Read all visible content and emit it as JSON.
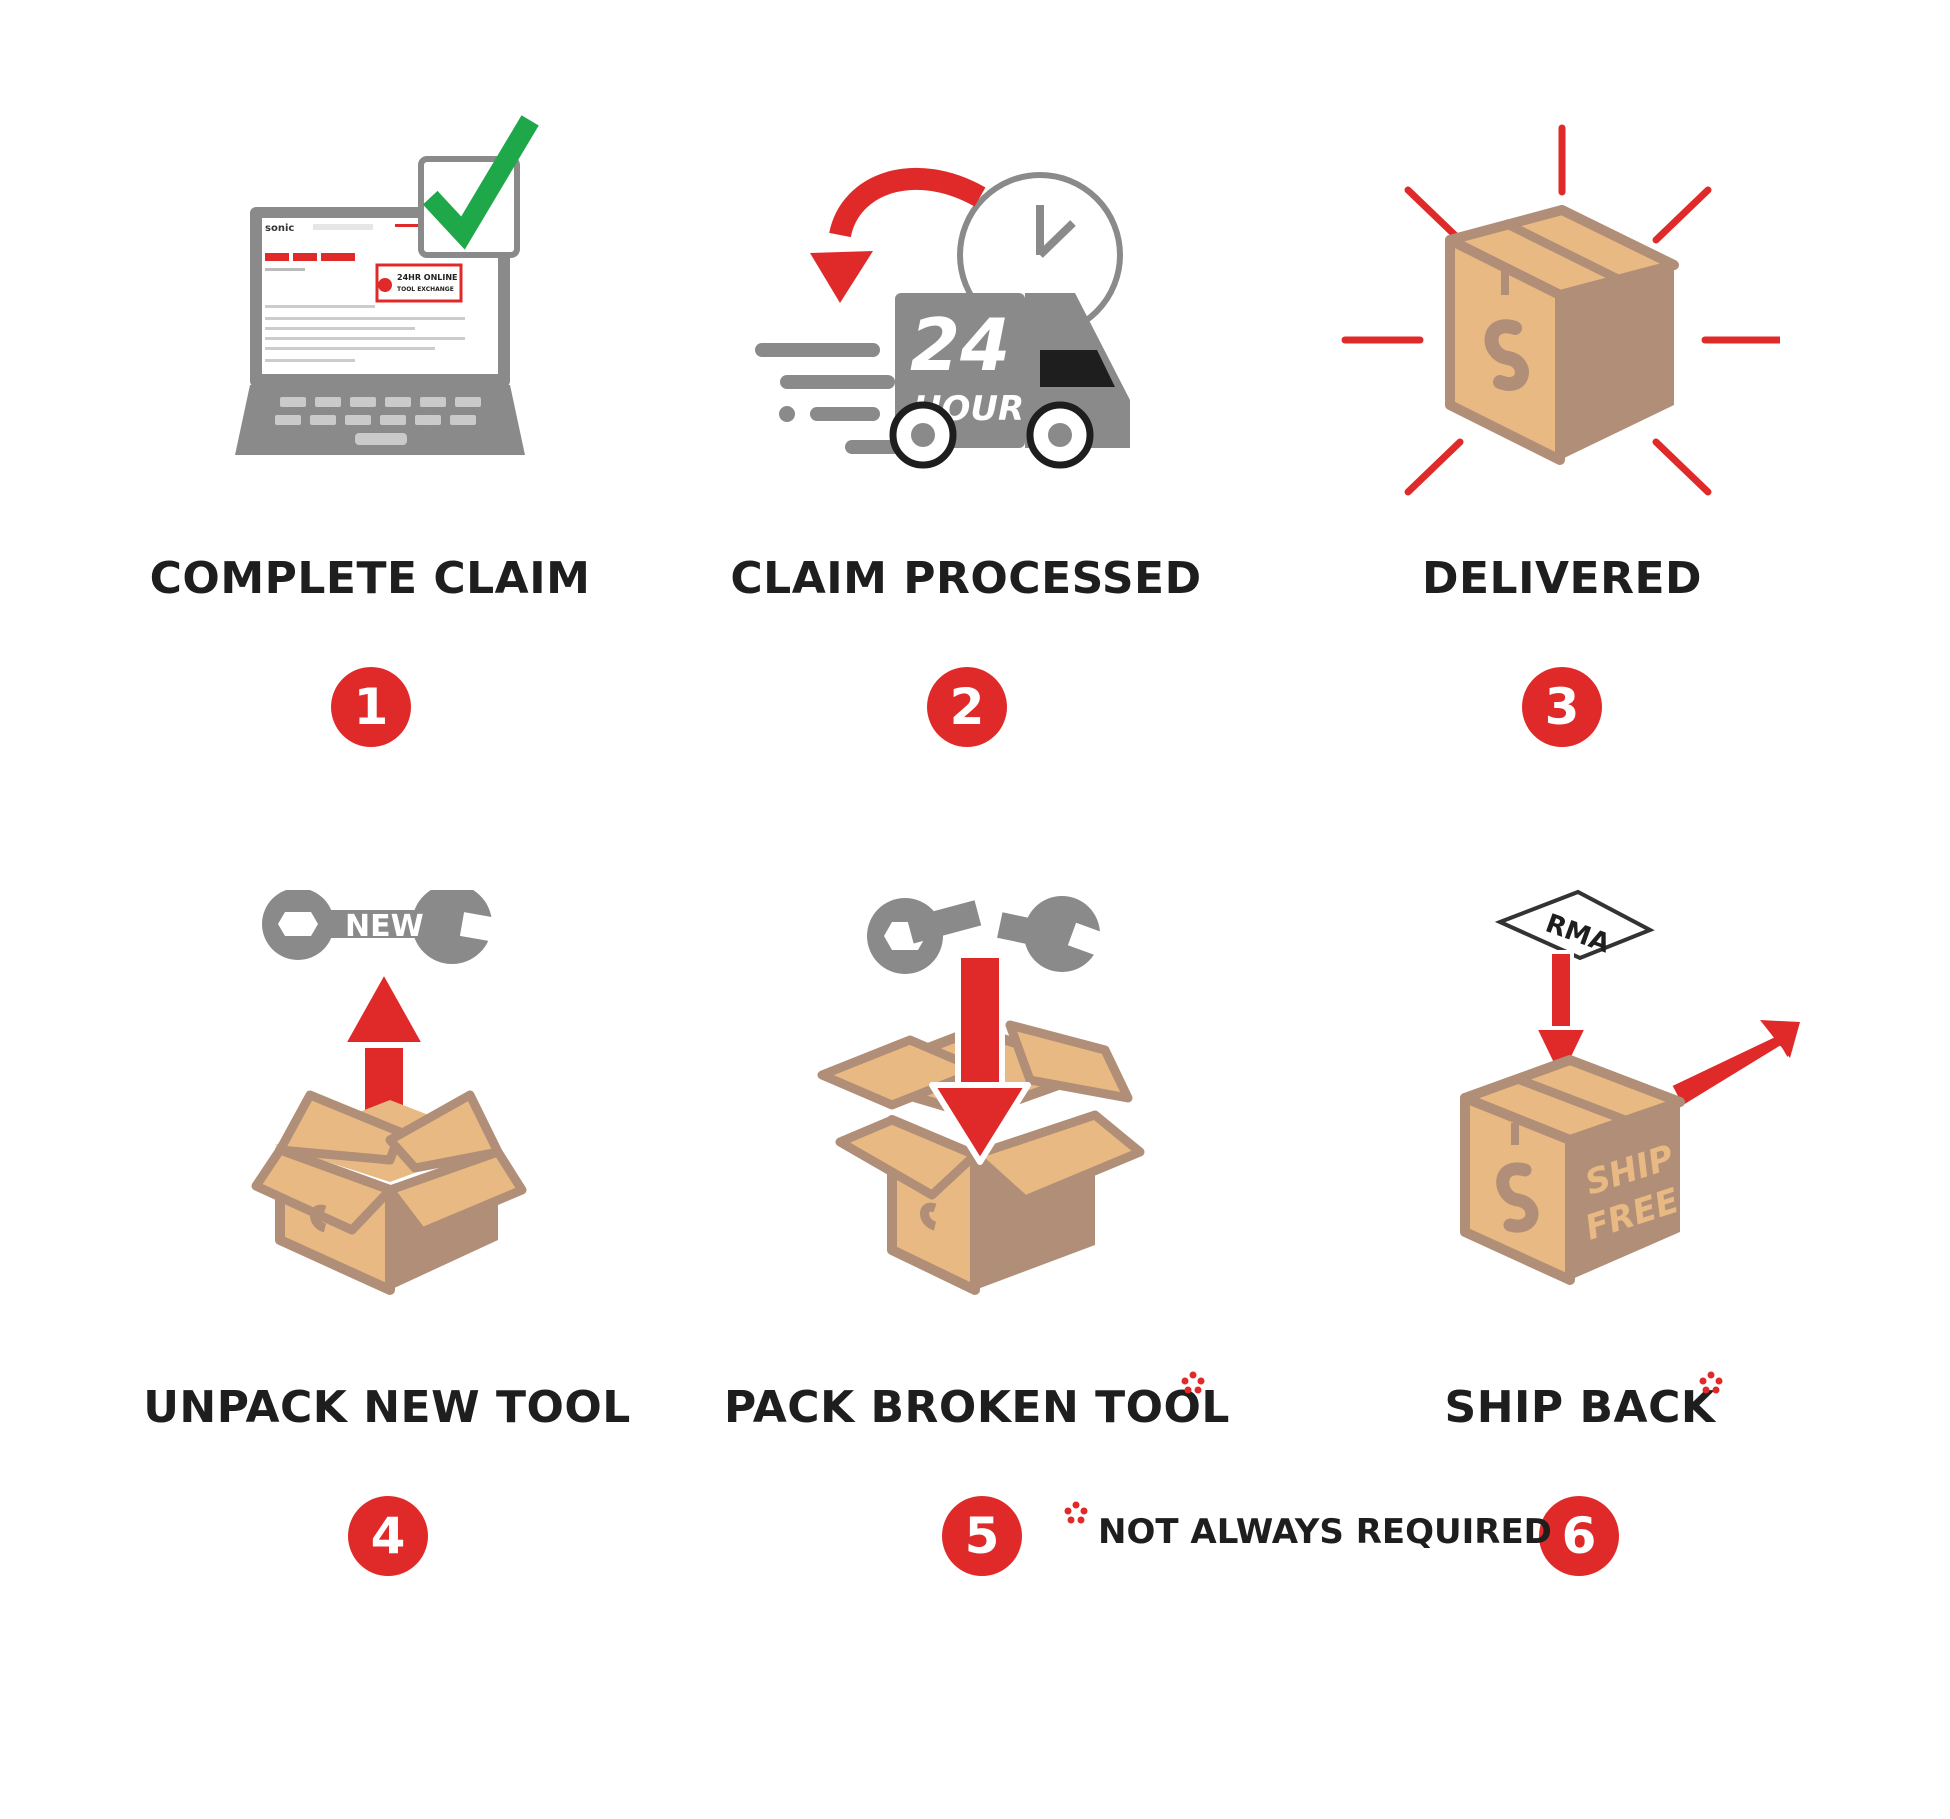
{
  "steps": [
    {
      "number": "1",
      "label": "COMPLETE CLAIM"
    },
    {
      "number": "2",
      "label": "CLAIM PROCESSED"
    },
    {
      "number": "3",
      "label": "DELIVERED"
    },
    {
      "number": "4",
      "label": "UNPACK NEW TOOL"
    },
    {
      "number": "5",
      "label": "PACK BROKEN TOOL"
    },
    {
      "number": "6",
      "label": "SHIP BACK"
    }
  ],
  "note": "NOT ALWAYS REQUIRED",
  "icon_text": {
    "laptop_logo": "sonic",
    "laptop_banner_line1": "24HR ONLINE",
    "laptop_banner_line2": "TOOL EXCHANGE",
    "truck_number": "24",
    "truck_word": "HOUR",
    "wrench_new": "NEW",
    "rma_label": "RMA",
    "ship_line1": "SHIP",
    "ship_line2": "FREE"
  },
  "icons": [
    "laptop-icon",
    "checkmark-icon",
    "truck-icon",
    "clock-icon",
    "box-icon",
    "wrench-icon",
    "arrow-icon",
    "rma-label-icon"
  ],
  "colors": {
    "accent": "#e02a2a",
    "text": "#1e1e1e",
    "gray": "#8a8a8a",
    "box_light": "#e8b982",
    "box_dark": "#b08e77",
    "check": "#1ea84a"
  }
}
